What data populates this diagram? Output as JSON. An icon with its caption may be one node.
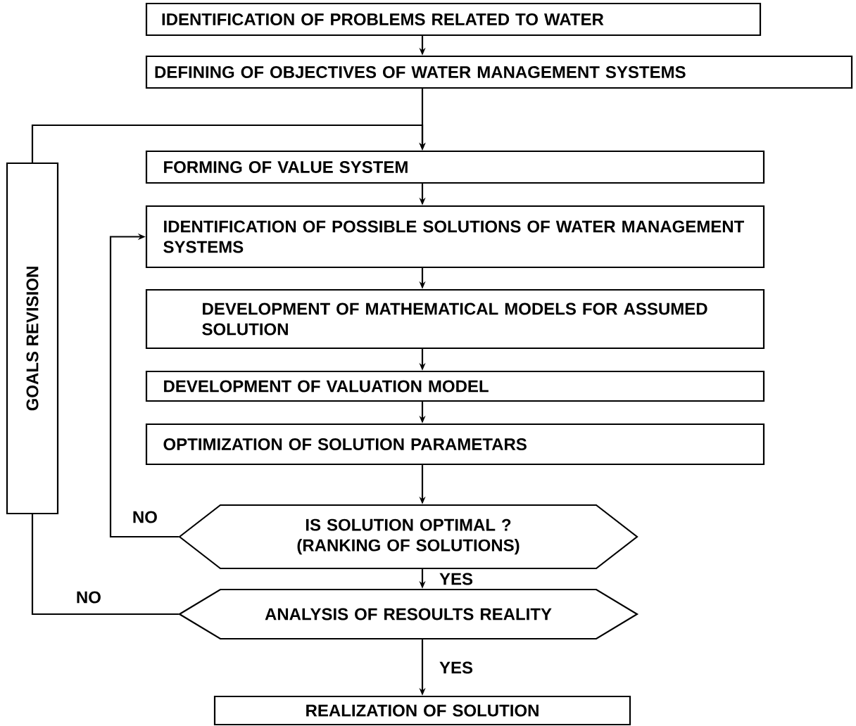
{
  "diagram": {
    "nodes": [
      {
        "text": [
          "IDENTIFICATION OF PROBLEMS RELATED TO WATER"
        ]
      },
      {
        "text": [
          "DEFINING OF OBJECTIVES OF WATER MANAGEMENT SYSTEMS"
        ]
      },
      {
        "text": [
          "FORMING OF VALUE SYSTEM"
        ]
      },
      {
        "text": [
          "IDENTIFICATION OF POSSIBLE SOLUTIONS OF WATER MANAGEMENT SYSTEMS"
        ]
      },
      {
        "text": [
          "DEVELOPMENT OF MATHEMATICAL MODELS FOR ASSUMED SOLUTION"
        ]
      },
      {
        "text": [
          "DEVELOPMENT OF VALUATION MODEL"
        ]
      },
      {
        "text": [
          "OPTIMIZATION OF SOLUTION PARAMETARS"
        ]
      },
      {
        "text": [
          "IS SOLUTION OPTIMAL ? (RANKING OF SOLUTIONS)"
        ]
      },
      {
        "text": [
          "ANALYSIS OF RESOULTS REALITY"
        ]
      },
      {
        "text": [
          "REALIZATION OF SOLUTION"
        ]
      },
      {
        "text": [
          "GOALS REVISION"
        ]
      }
    ],
    "edges": [
      {
        "from": 0,
        "to": 1,
        "arrow": "to"
      },
      {
        "from": 1,
        "to": 2,
        "arrow": "to"
      },
      {
        "from": 10,
        "to": 2,
        "arrow": "to"
      },
      {
        "from": 2,
        "to": 3,
        "arrow": "to"
      },
      {
        "from": 3,
        "to": 4,
        "arrow": "to"
      },
      {
        "from": 4,
        "to": 5,
        "arrow": "to"
      },
      {
        "from": 5,
        "to": 6,
        "arrow": "to"
      },
      {
        "from": 6,
        "to": 7,
        "arrow": "to"
      },
      {
        "from": 7,
        "to": 3,
        "arrow": "to",
        "label": "NO"
      },
      {
        "from": 7,
        "to": 8,
        "arrow": "to",
        "label": "YES"
      },
      {
        "from": 8,
        "to": 10,
        "arrow": "none",
        "label": "NO"
      },
      {
        "from": 8,
        "to": 9,
        "arrow": "to",
        "label": "YES"
      }
    ]
  }
}
